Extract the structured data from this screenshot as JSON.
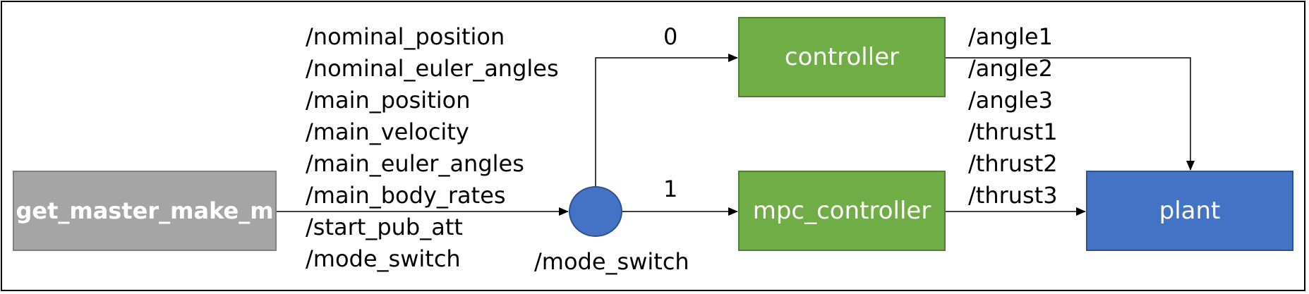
{
  "nodes": {
    "master": "get_master_make_m",
    "controller": "controller",
    "mpc_controller": "mpc_controller",
    "plant": "plant"
  },
  "input_topics": [
    "/nominal_position",
    "/nominal_euler_angles",
    "/main_position",
    "/main_velocity",
    "/main_euler_angles",
    "/main_body_rates",
    "/start_pub_att",
    "/mode_switch"
  ],
  "output_topics": [
    "/angle1",
    "/angle2",
    "/angle3",
    "/thrust1",
    "/thrust2",
    "/thrust3"
  ],
  "switch": {
    "label": "/mode_switch",
    "branch_top": "0",
    "branch_bottom": "1"
  }
}
